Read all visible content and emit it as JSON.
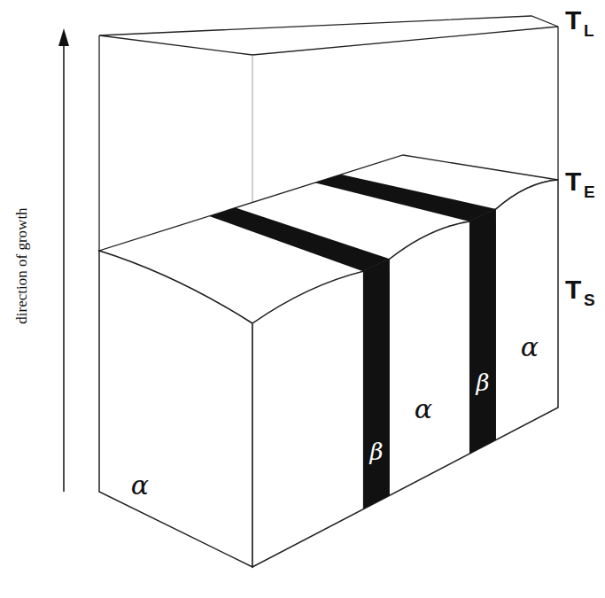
{
  "diagram": {
    "labels": [
      "T",
      "L",
      "T",
      "E",
      "T",
      "S",
      "direction of growth",
      "α",
      "β",
      "α",
      "β",
      "α"
    ]
  }
}
